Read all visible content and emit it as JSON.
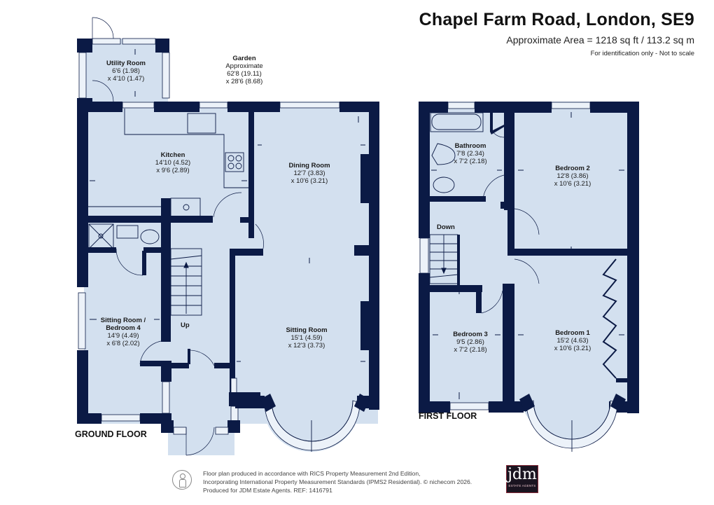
{
  "header": {
    "title": "Chapel Farm Road, London, SE9",
    "area": "Approximate Area = 1218 sq ft / 113.2 sq m",
    "note": "For identification only - Not to scale"
  },
  "ground_floor": {
    "label": "GROUND FLOOR",
    "stairs_label": "Up",
    "rooms": [
      {
        "name": "Utility Room",
        "dim1": "6'6 (1.98)",
        "dim2": "x 4'10 (1.47)"
      },
      {
        "name": "Kitchen",
        "dim1": "14'10 (4.52)",
        "dim2": "x 9'6 (2.89)"
      },
      {
        "name": "Dining Room",
        "dim1": "12'7 (3.83)",
        "dim2": "x 10'6 (3.21)"
      },
      {
        "name": "Sitting Room /",
        "name2": "Bedroom 4",
        "dim1": "14'9 (4.49)",
        "dim2": "x 6'8 (2.02)"
      },
      {
        "name": "Sitting Room",
        "dim1": "15'1 (4.59)",
        "dim2": "x 12'3 (3.73)"
      }
    ],
    "garden": {
      "name": "Garden",
      "line1": "Approximate",
      "dim1": "62'8 (19.11)",
      "dim2": "x 28'6 (8.68)"
    }
  },
  "first_floor": {
    "label": "FIRST FLOOR",
    "stairs_label": "Down",
    "rooms": [
      {
        "name": "Bathroom",
        "dim1": "7'8 (2.34)",
        "dim2": "x 7'2 (2.18)"
      },
      {
        "name": "Bedroom 2",
        "dim1": "12'8 (3.86)",
        "dim2": "x 10'6 (3.21)"
      },
      {
        "name": "Bedroom 3",
        "dim1": "9'5 (2.86)",
        "dim2": "x 7'2 (2.18)"
      },
      {
        "name": "Bedroom 1",
        "dim1": "15'2 (4.63)",
        "dim2": "x 10'6 (3.21)"
      }
    ]
  },
  "footer": {
    "line1": "Floor plan produced in accordance with RICS Property Measurement 2nd Edition,",
    "line2": "Incorporating International Property Measurement Standards (IPMS2 Residential).   © nichecom 2026.",
    "line3": "Produced for JDM Estate Agents.   REF:  1416791"
  },
  "logo": {
    "main": "jdm",
    "sub": "ESTATE AGENTS"
  },
  "colors": {
    "wall": "#0b1a45",
    "floor": "#d3e0ef",
    "window": "#ecf2f9",
    "logo_bg": "#1a1420",
    "logo_border": "#8a2b3a"
  }
}
